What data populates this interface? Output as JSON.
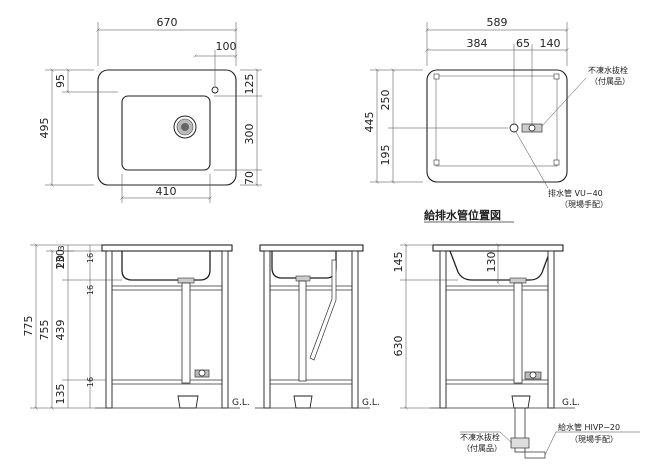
{
  "plan_view": {
    "width_overall": "670",
    "right_offset": "100",
    "depth_overall": "495",
    "top_offset": "95",
    "right_125": "125",
    "right_300": "300",
    "right_70": "70",
    "bowl_width": "410"
  },
  "rear_view": {
    "width_overall": "589",
    "seg_384": "384",
    "seg_65": "65",
    "seg_140": "140",
    "depth_overall": "445",
    "seg_250": "250",
    "seg_195": "195",
    "note_valve_line1": "不凍水抜栓",
    "note_valve_line2": "（付属品）",
    "note_drain_line1": "排水管  VU−40",
    "note_drain_line2": "（現場手配）",
    "section_title": "給排水管位置図"
  },
  "elevation": {
    "dim_3": "3",
    "dim_20": "20",
    "dim_130": "130",
    "dim_775": "775",
    "dim_755": "755",
    "dim_439": "439",
    "dim_135": "135",
    "dim_16_a": "16",
    "dim_16_b": "16",
    "dim_16_c": "16",
    "gl_1": "G.L.",
    "gl_2": "G.L.",
    "gl_3": "G.L.",
    "side_145": "145",
    "side_130": "130",
    "side_630": "630",
    "note_bottom_valve_line1": "不凍水抜栓",
    "note_bottom_valve_line2": "（付属品）",
    "note_supply_line1": "給水管  HIVP−20",
    "note_supply_line2": "（現場手配）"
  }
}
